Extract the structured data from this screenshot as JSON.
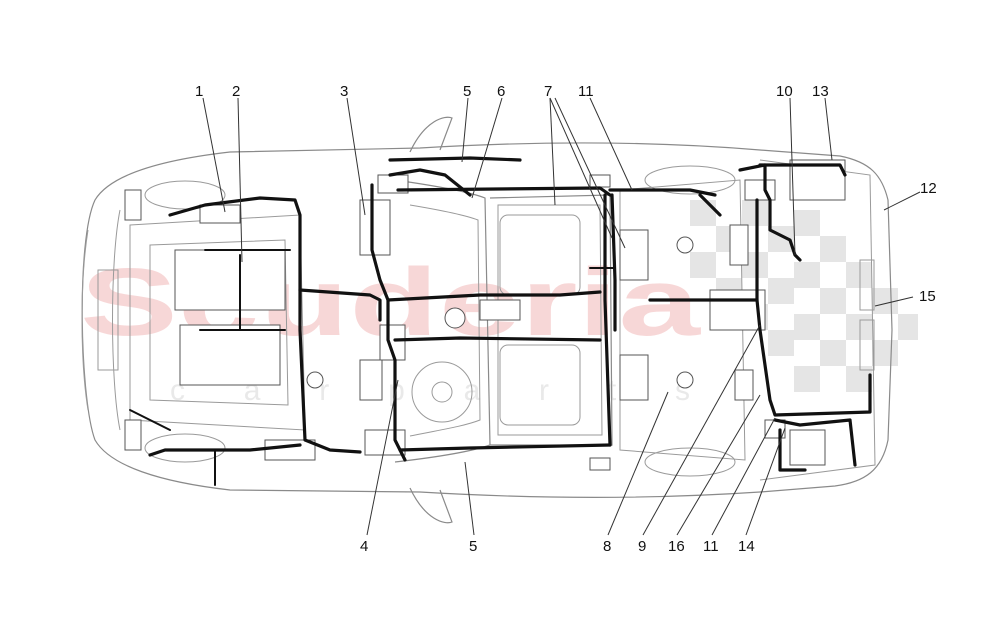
{
  "watermark": {
    "brand": "Scuderia",
    "sub": "c a r p a r t s"
  },
  "callouts": [
    {
      "id": "1",
      "label": "1"
    },
    {
      "id": "2",
      "label": "2"
    },
    {
      "id": "3",
      "label": "3"
    },
    {
      "id": "5a",
      "label": "5"
    },
    {
      "id": "6",
      "label": "6"
    },
    {
      "id": "7",
      "label": "7"
    },
    {
      "id": "11a",
      "label": "11"
    },
    {
      "id": "10",
      "label": "10"
    },
    {
      "id": "13",
      "label": "13"
    },
    {
      "id": "12",
      "label": "12"
    },
    {
      "id": "15",
      "label": "15"
    },
    {
      "id": "4",
      "label": "4"
    },
    {
      "id": "5b",
      "label": "5"
    },
    {
      "id": "8",
      "label": "8"
    },
    {
      "id": "9",
      "label": "9"
    },
    {
      "id": "16",
      "label": "16"
    },
    {
      "id": "11b",
      "label": "11"
    },
    {
      "id": "14",
      "label": "14"
    }
  ]
}
